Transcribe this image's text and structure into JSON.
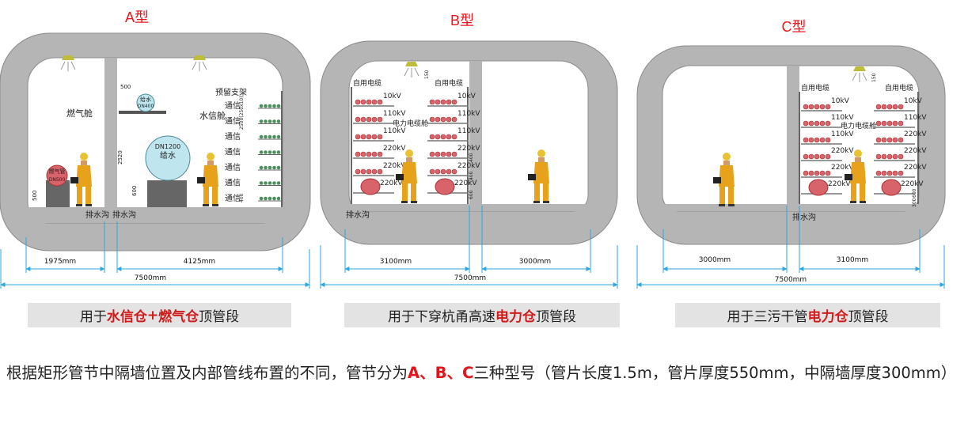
{
  "panels": {
    "a": {
      "title": "A型",
      "labels": {
        "gas_cabin": "燃气舱",
        "water_comm_cabin": "水信舱",
        "reserved_bracket": "预留支架",
        "gas_pipe": "燃气管",
        "gas_pipe_size": "DN500",
        "water_small": "给水",
        "water_small_size": "DN400",
        "water_main_size": "DN1200",
        "water_main": "给水",
        "comm_rows": [
          "通信",
          "通信",
          "通信",
          "通信",
          "通信",
          "通信",
          "通信"
        ],
        "drain_left": "排水沟",
        "drain_right": "排水沟"
      },
      "small_dims": {
        "d500_top": "500",
        "d2520": "2520",
        "d500_bottom": "500",
        "d600": "600",
        "d2500": "2500(250x10)",
        "d400": "400"
      },
      "dims": {
        "left": "1975mm",
        "right": "4125mm",
        "total": "7500mm"
      }
    },
    "b": {
      "title": "B型",
      "labels": {
        "own_cable": "自用电缆",
        "own_cable_right": "自用电缆",
        "power_cabin": "电力电缆舱",
        "left_shelves": [
          "10kV",
          "110kV",
          "110kV",
          "220kV",
          "220kV",
          "220kV"
        ],
        "right_shelves": [
          "10kV",
          "110kV",
          "110kV",
          "220kV",
          "220kV",
          "220kV"
        ],
        "drain": "排水沟"
      },
      "small_dims": {
        "d150": "150",
        "d400a": "400",
        "d400b": "400",
        "d600": "600"
      },
      "dims": {
        "left": "3100mm",
        "right": "3000mm",
        "total": "7500mm"
      }
    },
    "c": {
      "title": "C型",
      "labels": {
        "own_cable": "自用电缆",
        "own_cable_right": "自用电缆",
        "power_cabin": "电力电缆舱",
        "left_shelves": [
          "10kV",
          "110kV",
          "110kV",
          "220kV",
          "220kV",
          "220kV"
        ],
        "right_shelves": [
          "10kV",
          "110kV",
          "220kV",
          "220kV",
          "220kV",
          "220kV"
        ],
        "drain": "排水沟"
      },
      "small_dims": {
        "d150": "150",
        "d600": "600",
        "d300": "300"
      },
      "dims": {
        "left": "3000mm",
        "right": "3100mm",
        "total": "7500mm"
      }
    }
  },
  "captions": {
    "a": {
      "pre": "用于",
      "h1": "水信仓",
      "mid": "+",
      "h2": "燃气仓",
      "post": "顶管段"
    },
    "b": {
      "pre": "用于下穿杭甬高速",
      "h1": "电力仓",
      "post": "顶管段"
    },
    "c": {
      "pre": "用于三污干管",
      "h1": "电力仓",
      "post": "顶管段"
    }
  },
  "footnote": {
    "t1": "根据矩形管节中隔墙位置及内部管线布置的不同，管节分为",
    "h1": "A",
    "sep1": "、",
    "h2": "B",
    "sep2": "、",
    "h3": "C",
    "t2": "三种型号（管片长度1.5m，管片厚度550mm，中隔墙厚度300mm）"
  },
  "colors": {
    "concrete": "#b5b5b5",
    "concrete_edge": "#8a8a8a",
    "dim_blue": "#2aa6e0",
    "title_red": "#e8161b",
    "pipe_red": "#d9636b",
    "water_tank": "#bfe6ef"
  }
}
